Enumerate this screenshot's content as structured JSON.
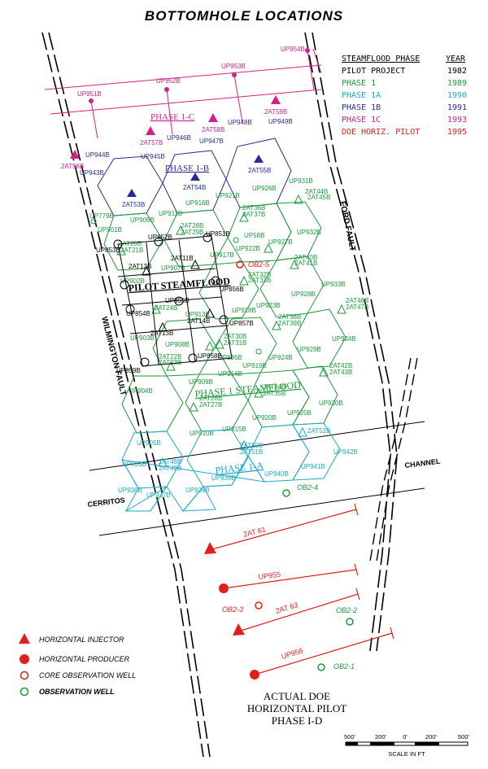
{
  "title": "BOTTOMHOLE LOCATIONS",
  "phase_table": {
    "header_phase": "STEAMFLOOD PHASE",
    "header_year": "YEAR",
    "rows": [
      {
        "phase": "PILOT PROJECT",
        "year": "1982",
        "color": "#000000"
      },
      {
        "phase": "PHASE 1",
        "year": "1989",
        "color": "#1a9a3a"
      },
      {
        "phase": "PHASE 1A",
        "year": "1990",
        "color": "#1aa9c9"
      },
      {
        "phase": "PHASE 1B",
        "year": "1991",
        "color": "#2a2a9a"
      },
      {
        "phase": "PHASE 1C",
        "year": "1993",
        "color": "#d0208a"
      },
      {
        "phase": "DOE HORIZ. PILOT",
        "year": "1995",
        "color": "#e0201a"
      }
    ]
  },
  "area_labels": {
    "phase_1c": "PHASE 1-C",
    "phase_1b": "PHASE 1-B",
    "pilot": "PILOT STEAMFLOOD",
    "phase_1": "PHASE 1 STEAMFLOOD",
    "phase_1a": "PHASE 1-A",
    "wilmington_fault": "WILMINGTON FAULT",
    "ford_fault": "FORD FAULT",
    "channel": "CHANNEL",
    "cerritos": "CERRITOS",
    "doe_pilot": [
      "ACTUAL DOE",
      "HORIZONTAL PILOT",
      "PHASE I-D"
    ]
  },
  "wells_1c": [
    "UP951B",
    "UP952B",
    "UP953B",
    "UP954B",
    "UP944B",
    "UP945B",
    "UP946B",
    "UP947B",
    "UP948B",
    "UP949B",
    "2AT56B",
    "2AT57B",
    "2AT58B",
    "2AT59B"
  ],
  "wells_1b": [
    "UP943B",
    "2AT53B",
    "2AT54B",
    "2AT55B"
  ],
  "wells_pilot": [
    "UP853B",
    "UP852B",
    "UP851B",
    "2AT12B",
    "2AT11B",
    "UP856B",
    "UP855B",
    "UP854B",
    "2AT14B",
    "2AT13B",
    "UP857B",
    "UP858B",
    "UP859B"
  ],
  "wells_phase1": [
    "UP931B",
    "2AT44B",
    "2AT45B",
    "UP926B",
    "UP921B",
    "UP916B",
    "UP911B",
    "UP906B",
    "UP779B",
    "UP901B",
    "2AT28B",
    "2AT29B",
    "2AT36B",
    "2AT37B",
    "UP932B",
    "UP927B",
    "UP58B",
    "UP922B",
    "2AT20B",
    "2AT21B",
    "UP917B",
    "UP907B",
    "2AT40B",
    "2AT41B",
    "UP933B",
    "UP902B",
    "2AT32B",
    "2AT33B",
    "UP928B",
    "UP923B",
    "2AT46B",
    "2AT47B",
    "2AT24B",
    "UP913B",
    "UP918B",
    "2AT38B",
    "2AT39B",
    "UP903B",
    "UP934B",
    "UP908B",
    "2AT30B",
    "2AT31B",
    "UP929B",
    "UP836B",
    "2AT22B",
    "2AT23B",
    "UP924B",
    "UP919B",
    "2AT42B",
    "2AT43B",
    "UP909B",
    "UP914B",
    "UP904B",
    "2AT26B",
    "2AT27B",
    "2AT34B",
    "2AT35B",
    "UP930B",
    "UP920B",
    "UP925B",
    "UP910B",
    "UP915B"
  ],
  "wells_1a": [
    "UP905B",
    "2AT52B",
    "2AT50B",
    "2AT51B",
    "UP942B",
    "UP935B",
    "2AT48B",
    "2AT49B",
    "UP941B",
    "UP940B",
    "UP936B",
    "UP937B",
    "UP938B",
    "UP939B"
  ],
  "obs_wells": {
    "ob25": "OB2-5",
    "ob24": "OB2-4",
    "ob23": "OB2-3",
    "ob22": "OB2-2",
    "ob21": "OB2-1"
  },
  "horizontal_wells": {
    "w1": "2AT 61",
    "w2": "UP955",
    "w3": "2AT 63",
    "w4": "UP956"
  },
  "legend": [
    {
      "label": "HORIZONTAL INJECTOR",
      "icon": "red-triangle-icon"
    },
    {
      "label": "HORIZONTAL PRODUCER",
      "icon": "red-dot-icon"
    },
    {
      "label": "CORE OBSERVATION WELL",
      "icon": "red-circle-icon"
    },
    {
      "label": "OBSERVATION WELL",
      "icon": "green-circle-icon"
    }
  ],
  "scale": {
    "ticks": [
      "500'",
      "200'",
      "0'",
      "200'",
      "500'"
    ],
    "label": "SCALE IN FT"
  },
  "colors": {
    "pilot": "#000000",
    "phase1": "#1a9a3a",
    "phase1a": "#1aa9c9",
    "phase1b": "#2a2a9a",
    "phase1c": "#d0208a",
    "doe": "#e0201a"
  }
}
